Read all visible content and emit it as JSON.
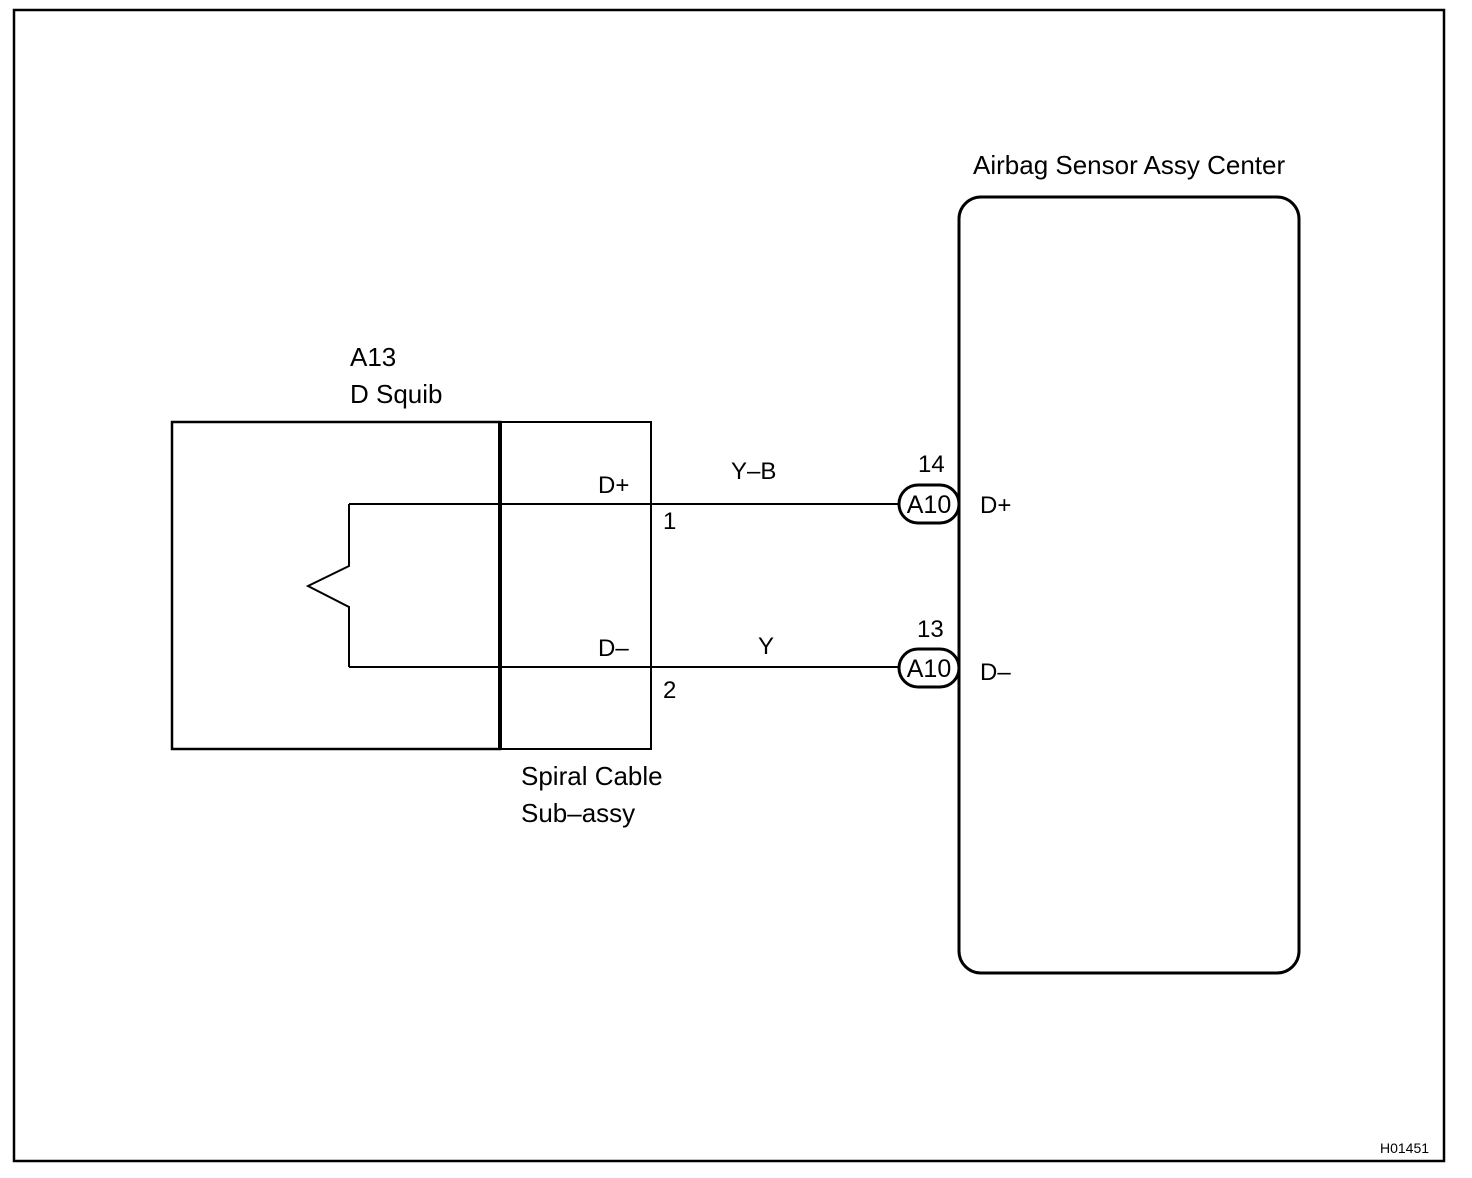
{
  "diagram": {
    "squib": {
      "code": "A13",
      "name": "D Squib"
    },
    "spiral_cable": {
      "line1": "Spiral Cable",
      "line2": "Sub–assy"
    },
    "sensor": {
      "name": "Airbag Sensor Assy Center"
    },
    "circuits": [
      {
        "squib_terminal": "D+",
        "spiral_pin": "1",
        "wire_color": "Y–B",
        "sensor_pin": "14",
        "connector": "A10",
        "sensor_terminal": "D+"
      },
      {
        "squib_terminal": "D–",
        "spiral_pin": "2",
        "wire_color": "Y",
        "sensor_pin": "13",
        "connector": "A10",
        "sensor_terminal": "D–"
      }
    ],
    "figure_code": "H01451"
  }
}
